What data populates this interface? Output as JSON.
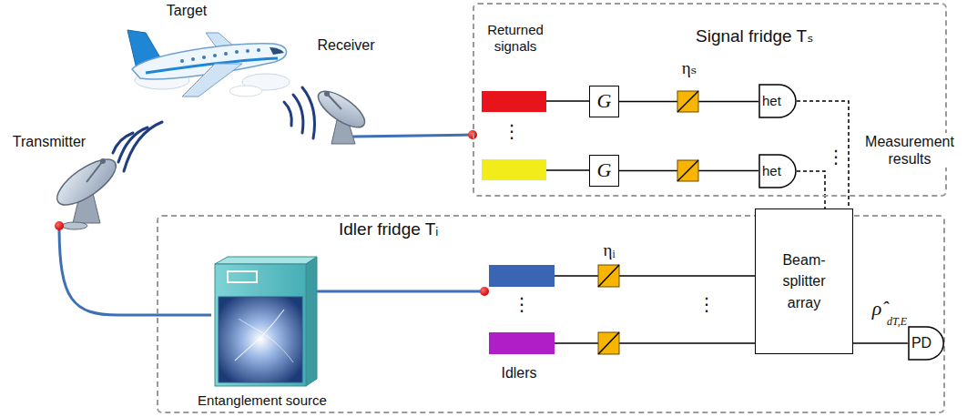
{
  "diagram": {
    "nodes": [
      {
        "text": [
          "Signal fridge Tₛ"
        ]
      },
      {
        "text": [
          "G"
        ],
        "in": 0
      },
      {
        "text": [
          "G"
        ],
        "in": 0
      },
      {
        "text": [
          "het"
        ],
        "in": 0
      },
      {
        "text": [
          "het"
        ],
        "in": 0
      },
      {
        "text": [
          "Idler fridge Tᵢ"
        ]
      },
      {
        "text": [
          "Entanglement source"
        ],
        "in": 5
      },
      {
        "text": [
          "Beam-splitter array"
        ],
        "in": 5
      },
      {
        "text": [
          "PD"
        ],
        "in": 5
      }
    ],
    "edges": [
      {
        "from": 1,
        "to": 3,
        "arrow": "none"
      },
      {
        "from": 2,
        "to": 4,
        "arrow": "none"
      },
      {
        "from": 3,
        "to": 7,
        "arrow": "none"
      },
      {
        "from": 4,
        "to": 7,
        "arrow": "none"
      },
      {
        "from": 7,
        "to": 8,
        "arrow": "none"
      }
    ],
    "labels": [
      "Transmitter",
      "Target",
      "Receiver",
      "Returned signals",
      "⋮",
      "ηₛ",
      "⋮",
      "Measurement results",
      "Idlers",
      "⋮",
      "ηᵢ",
      "⋮",
      "ρ̂",
      "dT,E"
    ]
  }
}
